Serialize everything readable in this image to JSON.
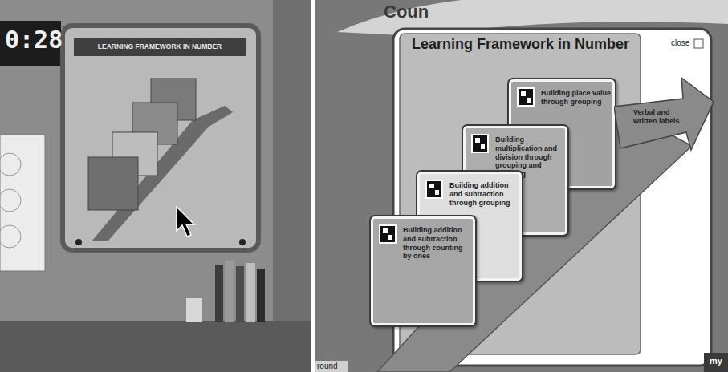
{
  "diagram": {
    "title": "Learning Framework in Number",
    "nodes": [
      {
        "text": [
          "Building addition and subtraction through counting by ones"
        ]
      },
      {
        "text": [
          "Building addition and subtraction through grouping"
        ]
      },
      {
        "text": [
          "Building multiplication and division through grouping and counting"
        ]
      },
      {
        "text": [
          "Building place value through grouping"
        ]
      },
      {
        "text": [
          "Verbal and written labels"
        ]
      }
    ],
    "labels": [
      "0:28",
      "LEARNING FRAMEWORK IN NUMBER",
      "Coun",
      "close",
      "round",
      "my"
    ]
  }
}
